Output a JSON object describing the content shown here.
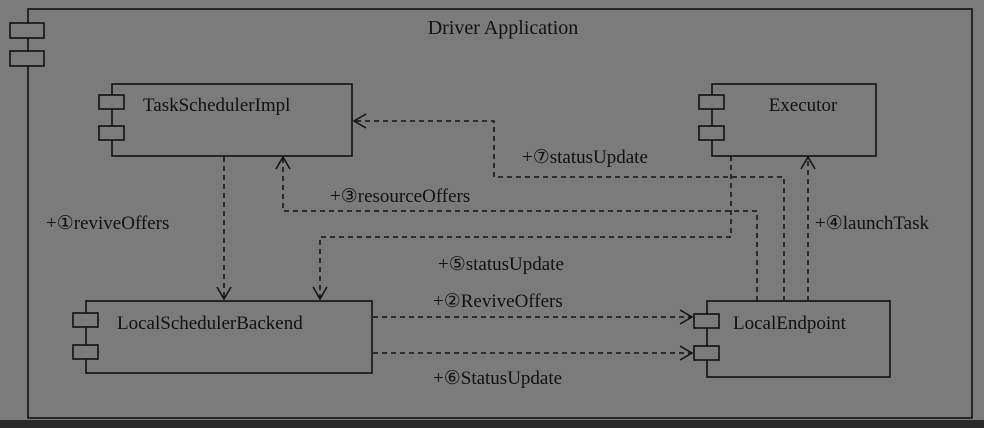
{
  "frame": {
    "title": "Driver Application"
  },
  "components": {
    "task_scheduler": "TaskSchedulerImpl",
    "executor": "Executor",
    "backend": "LocalSchedulerBackend",
    "endpoint": "LocalEndpoint"
  },
  "messages": {
    "m1": "+①reviveOffers",
    "m2": "+②ReviveOffers",
    "m3": "+③resourceOffers",
    "m4": "+④launchTask",
    "m5": "+⑤statusUpdate",
    "m6": "+⑥StatusUpdate",
    "m7": "+⑦statusUpdate"
  },
  "colors": {
    "background": "#7b7b7b",
    "ink": "#111111",
    "border": "#2b2b2b"
  }
}
